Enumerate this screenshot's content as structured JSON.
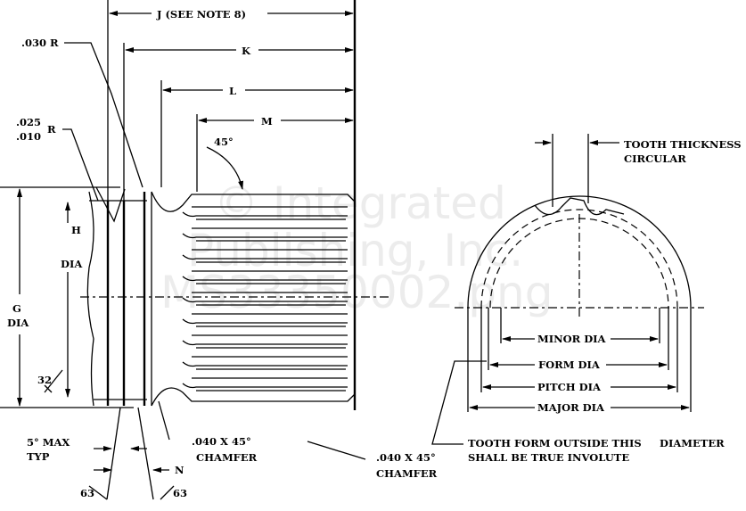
{
  "title": "Spline shaft end detail",
  "watermark": [
    "© Integrated",
    "Publishing, Inc.",
    "MS33350002.png"
  ],
  "dimensions": {
    "j": "J (SEE NOTE 8)",
    "k": "K",
    "l": "L",
    "m": "M",
    "n": "N",
    "h_dia": [
      "H",
      "DIA"
    ],
    "g_dia": [
      "G",
      "DIA"
    ],
    "r030": ".030 R",
    "r_tol": [
      ".025",
      ".010"
    ],
    "r_label": "R",
    "angle45": "45°",
    "finish32": "32",
    "finish63_left": "63",
    "finish63_right": "63",
    "draft": [
      "5° MAX",
      "TYP"
    ],
    "chamfer1": [
      ".040 X 45°",
      "CHAMFER"
    ],
    "chamfer2": [
      ".040 X 45°",
      "CHAMFER"
    ]
  },
  "tooth_view": {
    "tooth_thickness": [
      "TOOTH THICKNESS",
      "CIRCULAR"
    ],
    "minor_dia": "MINOR DIA",
    "form_dia": "FORM DIA",
    "pitch_dia": "PITCH DIA",
    "major_dia": "MAJOR DIA",
    "note": [
      "TOOTH FORM OUTSIDE THIS",
      "DIAMETER",
      "SHALL BE TRUE INVOLUTE"
    ]
  }
}
